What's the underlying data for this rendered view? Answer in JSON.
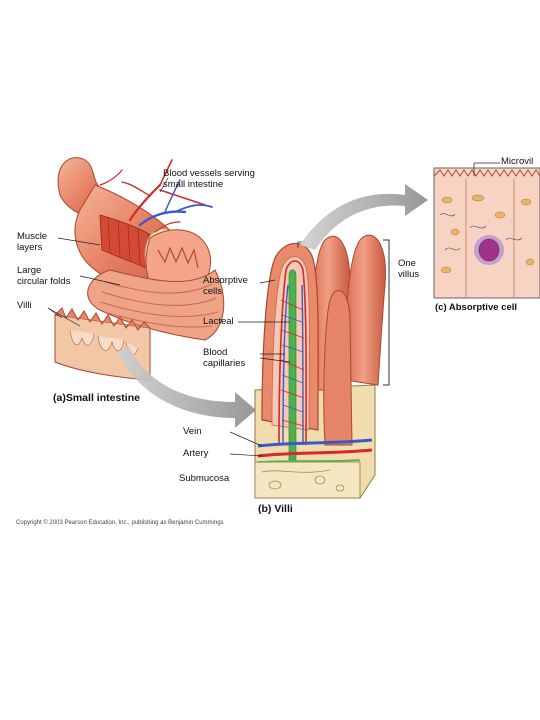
{
  "labels": {
    "blood_vessels": "Blood vessels serving\nsmall intestine",
    "muscle_layers": "Muscle\nlayers",
    "circular_folds": "Large\ncircular folds",
    "villi": "Villi",
    "absorptive_cells": "Absorptive\ncells",
    "lacteal": "Lacteal",
    "blood_capillaries": "Blood\ncapillaries",
    "vein": "Vein",
    "artery": "Artery",
    "submucosa": "Submucosa",
    "one_villus": "One\nvillus",
    "microvilli": "Microvil"
  },
  "captions": {
    "a_letter": "(a)",
    "a_text": "Small intestine",
    "b": "(b) Villi",
    "c": "(c) Absorptive cell"
  },
  "copyright": "Copyright © 2003 Pearson Education, Inc., publishing as Benjamin Cummings",
  "colors": {
    "tissue": "#e8846a",
    "tissue_light": "#f3b9a0",
    "artery": "#d42a2a",
    "vein": "#3b5ac8",
    "lacteal": "#4caf50",
    "submucosa": "#f1dcae",
    "arrow": "#9a9a9a",
    "cell_bg": "#f7d3c3",
    "nucleus": "#a0328c"
  }
}
